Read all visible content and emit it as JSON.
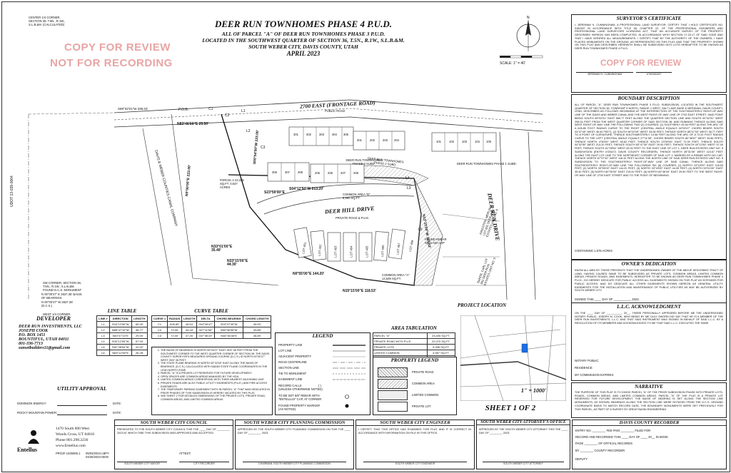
{
  "title": {
    "main": "DEER RUN TOWNHOMES PHASE 4 P.U.D.",
    "line1": "ALL OF PARCEL \"A\" OF DEER RUN TOWNHOMES PHASE 3 P.U.D.",
    "line2": "LOCATED IN THE SOUTHWEST QUARTER OF SECTION 36, T.5N., R.1W., S.L.B.&M.",
    "line3": "SOUTH WEBER CITY, DAVIS COUNTY, UTAH",
    "date": "APRIL 2023"
  },
  "stamp": {
    "line1": "COPY FOR REVIEW",
    "line2": "NOT FOR RECORDING",
    "surveyor_stamp": "COPY FOR REVIEW"
  },
  "scale": "SCALE: 1\" = 40'",
  "corner_notes": {
    "center": "CENTER 1/4 CORNER, SECTION 36, T.5N., R.1W., S.L.B.&M. (CALCULATED)",
    "sw": "SW CORNER, SECTION 36, T.5N., R.1W., S.L.B.&M. FOUND D.C.S. MONUMENT",
    "west": "WEST 1/4 CORNER, SECTION 36, T.5N., R.1W., S.L.B.&M. FOUND D.C.S. MONUMENT",
    "basis": "N 00°00'27\" E 2637.36' BASIS OF BEARINGS",
    "basis2": "N 00°00'27\" W 2637.36' (D.C.S.)"
  },
  "map_labels": {
    "road": "2700 EAST (FRONTAGE ROAD)",
    "public_road": "PUBLIC ROAD",
    "drive": "DEER HILL DRIVE",
    "private_road": "PRIVATE ROAD & P.U.E.",
    "deer_run_drive": "DEER RUN DRIVE",
    "phase3": "DEER RUN TOWNHOMES PHASE 3 SUBD.",
    "phase2": "DEER RUN TOWNHOMES PHASE 2 SUBD.",
    "phase1": "DEER RUN TOWNHOMES PHASE 1 SUBD.",
    "canal": "DAVIS & WEBER COUNTIES CANAL COMPANY",
    "parcel_a": "PARCEL A 23,435 SQ.FT. 0.537 ACRES",
    "common_b": "COMMON AREA \"B\" 8,990 SQ.FT.",
    "common_a": "COMMON AREA \"A\" 14,539 SQ.FT.",
    "kingston": "KINGSTON, MERLIN LOT 601 DEER RUN ESTATES UNIT NO. 6",
    "baker": "BAKER, CARL LOT 502 DEER RUN ESTATES UNIT NO. 5",
    "found_rebar": "FOUND REBAR WITH NO CAP",
    "pob": "P.O.B.",
    "udot": "UDOT 13-039-0064",
    "b1": "N83°46'00\"E 29.50'",
    "b2": "N0°00'00\"E 223.00'",
    "b3": "S00°04'00\"W 223.00'",
    "b4": "S23°59'00\"E",
    "b5": "S04°12'50\"W 213.20'",
    "b6": "N33°01'00\"E 35.40'",
    "b7": "N33°15'00\"E 44.30'",
    "b8": "N0°55'00\"E 144.20'",
    "b9": "N15°15'00\"E 118.53'",
    "b10": "N13°33'00\"W 115.63'",
    "b11": "S89°02'01\"W 295.04'",
    "unit_labels_top": [
      "301",
      "302",
      "303",
      "304",
      "305",
      "201",
      "202",
      "203",
      "204",
      "101",
      "102",
      "103",
      "104",
      "105"
    ],
    "unit_labels_mid": [
      "306",
      "307",
      "308",
      "205",
      "206",
      "207",
      "208"
    ],
    "lots": [
      "LOT 401",
      "LOT 402",
      "LOT 403",
      "LOT 404",
      "LOT 405",
      "LOT 406",
      "LOT 407",
      "LOT 408"
    ],
    "curve_labels": [
      "C1",
      "C2",
      "C3",
      "L1",
      "L2",
      "L3",
      "L4",
      "L5"
    ]
  },
  "surveyor": {
    "heading": "SURVEYOR'S CERTIFICATE",
    "text": "I, JEREMIAH K. CUNNINGHAM, A PROFESSIONAL LAND SURVEYOR, CERTIFY THAT I HOLD CERTIFICATE NO. 9182497 IN ACCORDANCE WITH TITLE 58, CHAPTER 22, OF THE PROFESSIONAL ENGINEERS AND PROFESSIONAL LAND SURVEYORS LICENSING ACT, THAT AN ACCURATE SURVEY OF THE PROPERTY DESCRIBED HEREON HAS BEEN COMPLETED, IN ACCORDANCE WITH SECTION 17-23-17 OF SAID CODE AND THAT I HAVE VERIFIED ALL MEASUREMENTS. I CERTIFY THAT BY THE AUTHORITY OF THE OWNERS, I HAVE PLACED MONUMENTS ON THE GROUND, AS REPRESENTED ON THIS PLAT, AND THAT THE PROPERTY SHOWN ON THIS PLAT AND DESCRIBED HEREWITH SHALL BE SUBDIVIDED INTO LOTS HEREAFTER TO BE KNOWN AS DEER RUN TOWNHOMES PHASE 4 P.U.D.",
    "name": "JEREMIAH K. CUNNINGHAM",
    "license": "UT#9182497"
  },
  "boundary": {
    "heading": "BOUNDARY DESCRIPTION",
    "text": "ALL OF PARCEL \"A\", DEER RUN TOWNHOMES PHASE 3 P.U.D. SUBDIVISION, LOCATED IN THE SOUTHWEST QUARTER OF SECTION 36, TOWNSHIP 5 NORTH, RANGE 1 WEST, SALT LAKE BASE & MERIDIAN, DAVIS COUNTY, UTAH, DESCRIBED AS FOLLOWS: BEGINNING AT THE INTERSECTION OF THE SOUTHEASTERLY RIGHT-OF-WAY LINE OF THE DAVIS AND WEBER CANAL AND THE WEST RIGHT-OF-WAY LINE OF 2700 EAST STREET, SAID POINT BEING SOUTH 89°02'01\" EAST 555.77 FEET ALONG THE QUARTER SECTION LINE AND SOUTH 00°02'01\" WEST 295.04 FEET FROM THE WEST QUARTER CORNER OF SAID SECTION 36; AND RUNNING THENCE ALONG SAID WEST RIGHT-OF-WAY LINE THE FOLLOWING TWO (2) COURSES: (1) SOUTHERLY 45.54 FEET ALONG THE ARC OF A 626.80 FOOT RADIUS CURVE TO THE RIGHT (CENTRAL ANGLE EQUALS 04°09'47\" CHORD BEARS SOUTH 03°47'49\" WEST 45.53 FEET); (2) SOUTH 06°22'09\" WEST 43.08 FEET; THENCE NORTH 85°47'30\" WEST 38.77 FEET TO A POINT OF CURVATURE; THENCE SOUTHWESTERLY 19.58 FEET ALONG THE ARC OF A 72.00 FOOT RADIUS CURVE TO THE LEFT (CENTRAL ANGLE EQUALS 27°11'38\", CHORD BEARS SOUTH 80°36'57\" WEST 33.86 FEET); THENCE NORTH 4°50'00\" WEST 95.62 FEET; THENCE SOUTH 23°59'00\" EAST 72.00 FEET; THENCE SOUTH 04°02'50\" WEST 213.20 FEET; THENCE SOUTH 83°47'30\" EAST 29.00 FEET; THENCE SOUTH 00°12'50\" WEST 57.00 FEET; THENCE SOUTH 61°28'54\" WEST 45.02 FEET TO THE EAST LINE OF LOT 1, DEER RUN ESTATES UNIT NO. 5 SUBDIVISION (ENTRY #726472, DAVIS COUNTY RECORDER); THENCE NORTH 28°31'06\" WEST 115.67 FEET ALONG THE EAST LOT LINE TO THE NORTHEAST CORNER OF SAID LOT 1, MARKED BY A REBAR WITH NO CAP; THENCE NORTH 87°07'40\" WEST 116.32 FEET ALONG THE NORTH LINE OF SAID DEER RUN ESTATES UNIT NO. 5 SUBDIVISION TO THE SOUTHEASTERLY RIGHT-OF-WAY LINE OF SAID CANAL; THENCE ALONG SAID SOUTHEASTERLY RIGHT-OF-WAY LINE THE FOLLOWING SIX (6) COURSES: (1) NORTH 15°15'00\" EAST 118.53 FEET; (2) NORTH 33°55'00\" EAST 144.20 FEET; (3) NORTH 33°15'00\" EAST 44.30 FEET; (4) NORTH 53°01'00\" EAST 35.40 FEET; (5) NORTH 60°25'00\" EAST 219.00 FEET; (6) NORTH 83°46'00\" EAST 29.50 FEET TO THE WEST RIGHT-OF-WAY LINE OF 2700 EAST STREET AND TO THE POINT OF BEGINNING.",
    "contains": "CONTAINING 1.576 ACRES"
  },
  "owner": {
    "heading": "OWNER'S DEDICATION",
    "text": "KNOW ALL MEN BY THESE PRESENTS THAT THE UNDERSIGNED OWNER OF THE ABOVE DESCRIBED TRACT OF LAND, HAVING CAUSED SAME TO BE SUBDIVIDED AS PRIVATE LOTS, COMMON AREAS, LIMITED COMMON AREAS, PRIVATE ROADS, AND EASEMENTS, HEREAFTER TO BE KNOWN AS DEER RUN TOWNHOMES PHASE 4 P.U.D., DO HEREBY DEDICATE FOR PUBLIC ACCESS ALL EASEMENTS SHOWN ON THIS PLAT AS INTENDED FOR PUBLIC ACCESS, AND DO DEDICATE ALL OTHER EASEMENTS SHOWN HEREON AS GENERAL UTILITY EASEMENTS FOR THE INSTALLATION AND MAINTENANCE OF PUBLIC UTILITIES AS MAY BE AUTHORIZED BY SOUTH WEBER CITY.",
    "signed": "SIGNED THIS ____ DAY OF __________, 2023.",
    "sig1": "JOSEPH M. COOK - MANAGER",
    "sig2": "DEER RUN INVESTMENTS, LLC"
  },
  "llc": {
    "heading": "L.L.C. ACKNOWLEDGMENT",
    "text": "ON THE ____ DAY OF __________, 20__, THERE PERSONALLY APPEARED BEFORE ME THE UNDERSIGNED NOTARY PUBLIC, JOSEPH M. COOK, WHO BEING BY ME DULY SWORN DID SAY THAT HE IS A MEMBER OF THE DEER RUN INVESTMENTS, L.L.C. AND THAT SAID INSTRUMENT WAS SIGNED IN BEHALF OF SAID L.L.C. BY A RESOLUTION OF ITS MEMBERS AND ACKNOWLEDGED TO ME THAT SAID L.L.C. EXECUTED THE SAME.",
    "notary": "NOTARY PUBLIC:",
    "residence": "RESIDENCE:",
    "commission": "MY COMMISSION EXPIRES:"
  },
  "narrative": {
    "heading": "NARRATIVE",
    "text": "THE PURPOSE OF THIS PLAT IS TO DIVIDE PARCEL \"A\" OF THE PRIOR SUBDIVISION PHASE INTO PRIVATE LOTS, ROADS, COMMON AREAS, AND LIMITED COMMON AREAS. PARCEL \"A\" OF THE PLAT IS A PRIVATE LOT RESERVED FOR FUTURE DEVELOPMENT. THE BASIS OF BEARING IS SET ALONG THE SECTION LINE MONUMENTS, AS SHOWN. BEARINGS ALONG THE SECTION LINE WERE ROTATED FROM THE D.C.S. GROUND COORDINATE BASIS TO MATCH RECORD DATA. THE BOUNDARY MONUMENTS WERE SET PREVIOUSLY FOR THIS PARCEL, AS PART OF A SURVEY BY GREAT BASIN ENGINEERING."
  },
  "developer": {
    "heading": "DEVELOPER",
    "lines": [
      "DEER RUN INVESTMENTS, LLC",
      "JOSEPH COOK",
      "P.O. BOX 1451",
      "BOUNTIFUL, UTAH 84011",
      "801-336-7713",
      "sunsetbuilders11@gmail.com"
    ]
  },
  "line_table": {
    "heading": "LINE TABLE",
    "headers": [
      "LINE #",
      "DIRECTION",
      "LENGTH"
    ],
    "rows": [
      [
        "L1",
        "S04°12'50\"W",
        "65.00'"
      ],
      [
        "L2",
        "N85°47'10\"W",
        "36.77'"
      ],
      [
        "L3",
        "S83°47'10\"E",
        "29.00'"
      ],
      [
        "L4",
        "S00°12'50\"W",
        "57.00'"
      ],
      [
        "L5",
        "S61°28'54\"W",
        "41.02'"
      ],
      [
        "L6",
        "N84°12'50\"E",
        "26.28'"
      ]
    ]
  },
  "curve_table": {
    "heading": "CURVE TABLE",
    "headers": [
      "CURVE #",
      "RADIUS",
      "LENGTH",
      "DELTA",
      "CHORD BEARING",
      "CHORD LENGTH"
    ],
    "rows": [
      [
        "C1",
        "626.80'",
        "45.54'",
        "004°09'47\"",
        "S03°47'49\"W",
        "45.53'"
      ],
      [
        "C2",
        "72.00'",
        "34.18'",
        "027°11'50\"",
        "S80°36'55\"W",
        "33.86'"
      ],
      [
        "C3",
        "72.00'",
        "47.26'",
        "037°36'23\"",
        "N46°36'48\"E",
        "46.89'"
      ]
    ]
  },
  "notes": [
    "THE BASIS OF BEARINGS IS NORTH 00°00'27\" EAST 2637.36 FEET FROM THE SOUTHWEST CORNER TO THE WEST QUARTER CORNER OF SECTION 36. THE DAVIS COUNTY SURVEYOR'S MEASURED GROUND COURSE (D.C.S.) IS NORTH 00°00'27\" WEST 2637.36 FEET.",
    "THE STATE PLANE BEARING IS NORTH 00°33'18\" EAST ALONG THE BASIS OF BEARINGS. (D.C.S.) CALCULATED WITH NAD83 STATE PLANE COORDINATES IN THE UTAH NORTH ZONE.",
    "PARCEL \"A\" IS A PRIVATE LOT RESERVED FOR FUTURE DEVELOPMENT.",
    "OPEN SPACES ARE COMMON AREAS MANAGED BY THE HOA.",
    "LIMITED COMMON AREAS CORRESPOND WITH THEIR NEAREST ADJOINING UNIT.",
    "PRIVATE ROADS ARE ALSO PUBLIC UTILITY EASEMENTS (P.U.E.) AND FIRE ACCESS EASEMENTS.",
    "THE TEMPORARY PARKING EASEMENT WITH IN PARCEL \"A\" THAT WAS DEDICATED IN PRIOR PHASES OF THIS SUBDIVISION IS HEREBY VACATED BY THIS PLAT.",
    "SEE SHEET 2 FOR DETAILED DIMENSIONS OF THE PRIVATE LOTS, PRIVATE ROAD, COMMON AREAS, AND LIMITED COMMON AREAS."
  ],
  "legend": {
    "heading": "LEGEND",
    "items": [
      "PROPERTY LINE",
      "LOT LINE",
      "ADJACENT PROPERTY",
      "ROAD CENTERLINE",
      "SECTION LINE",
      "TIE TO MONUMENT",
      "EASEMENT LINE",
      "RECORD CALLS",
      "TO BE SET 5/8\" REBAR WITH \"ENTELLUS\" CAP, AT CORNER",
      "FOUND PROPERTY MARKER"
    ],
    "record_calls": "( )",
    "record_note": "(UNLESS OTHERWISE NOTED)",
    "found_note": "(AS NOTED)"
  },
  "area_table": {
    "heading": "AREA TABULATION",
    "rows": [
      [
        "PARCEL \"A\"",
        "23,405 SQ.FT."
      ],
      [
        "PRIVATE ROAD WITH P.U.E.",
        "22,070 SQ.FT."
      ],
      [
        "PRIVATE LOTS",
        "9,296 SQ.FT."
      ],
      [
        "LIMITED COMMON",
        "4,557 SQ.FT."
      ],
      [
        "COMMON AREA",
        "19,539 SQ.FT."
      ],
      [
        "TOTAL AREA",
        "68,736 SQ.FT."
      ]
    ]
  },
  "property_legend": {
    "heading": "PROPERTY LEGEND",
    "items": [
      "PRIVATE ROAD",
      "COMMON AREA",
      "LIMITED COMMON",
      "PRIVATE LOT"
    ]
  },
  "project_location": {
    "heading": "PROJECT LOCATION",
    "scale": "1\" = 1000'",
    "sheet": "SHEET 1 OF 2"
  },
  "utility": {
    "heading": "UTILITY APPROVAL",
    "rows": [
      "DOMINION ENERGY:",
      "ROCKY MOUNTAIN POWER:"
    ],
    "date": "DATE:"
  },
  "entellus": {
    "address": [
      "1470 South 600 West",
      "Woods Cross, UT 84010",
      "Phone 801.298.2236",
      "www.Entellus.com"
    ],
    "name": "Entellus",
    "proj": "PROJ# 1025006.1",
    "dates": "05/03/2023 LBPY 04/26/2023 DEW"
  },
  "approvals": [
    {
      "heading": "SOUTH WEBER CITY COUNCIL",
      "text": "PRESENTED TO THE SOUTH WEBER CITY COUNCIL THIS THE ____ DAY OF ________, 2023 AT WHICH TIME THIS SUBDIVISION WAS APPROVED AND ACCEPTED.",
      "attest": "ATTEST:",
      "sig": "SOUTH WEBER CITY MAYOR",
      "sig2": "CITY RECORDER"
    },
    {
      "heading": "SOUTH WEBER CITY PLANNING COMMISSION",
      "text": "APPROVED BY THE SOUTH WEBER CITY PLANNING COMMISSION ON THIS THE ____ DAY OF ________, 2023.",
      "sig": "CHAIRMAN, SOUTH WEBER CITY PLANNING COMMISSION"
    },
    {
      "heading": "SOUTH WEBER CITY ENGINEER",
      "text": "I CERTIFY THAT THIS OFFICE HAS EXAMINED THIS PLAT, AND IT IS CORRECT IN ACCORDANCE WITH INFORMATION ON FILE IN THIS OFFICE.",
      "sig": "SOUTH WEBER CITY ENGINEER"
    },
    {
      "heading": "SOUTH WEBER CITY ATTORNEY'S OFFICE",
      "text": "APPROVED BY THE SOUTH WEBER CITY ATTORNEY THIS THE ____ DAY OF ________, 2023.",
      "sig": "SOUTH WEBER CITY ATTORNEY"
    }
  ],
  "recorder": {
    "heading": "DAVIS COUNTY RECORDER",
    "lines": [
      "ENTRY NO. ________ FEE PAID ________ FILED FOR",
      "RECORD AND RECORDED THIS ____ DAY OF ____ 20__ IN BOOK",
      "PAGE ________ OF OFFICIAL RECORDS",
      "BY ________ COUNTY RECORDER",
      "DEPUTY"
    ]
  }
}
